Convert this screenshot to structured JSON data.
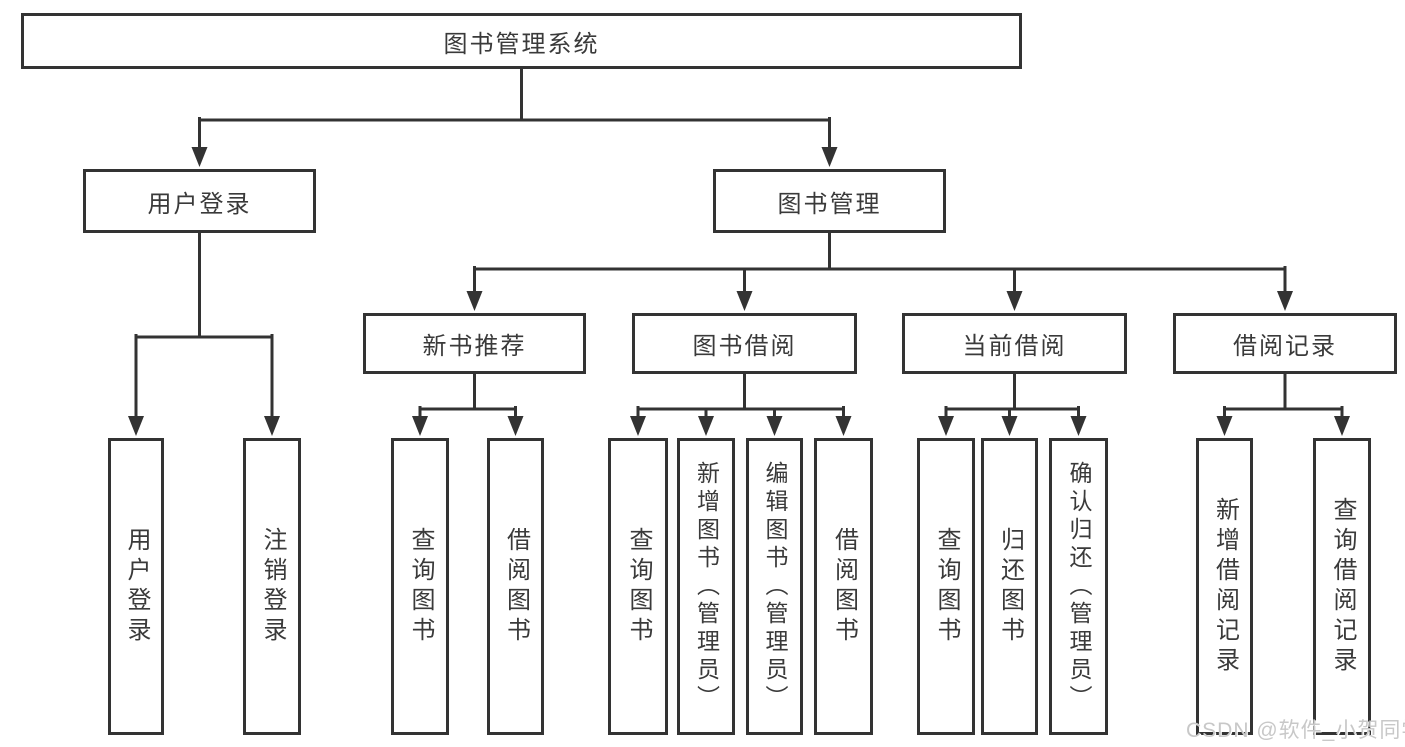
{
  "colors": {
    "background": "#ffffff",
    "line": "#333333",
    "box_border": "#333333",
    "text": "#3a3a3a",
    "watermark": "#c8c8c8"
  },
  "tree": {
    "root": {
      "label": "图书管理系统"
    },
    "level1": {
      "user_login": {
        "label": "用户登录"
      },
      "book_mgmt": {
        "label": "图书管理"
      }
    },
    "level2": {
      "new_book": {
        "label": "新书推荐"
      },
      "book_borrow": {
        "label": "图书借阅"
      },
      "current_borrow": {
        "label": "当前借阅"
      },
      "borrow_record": {
        "label": "借阅记录"
      }
    },
    "leaves": {
      "user_login": [
        "用户登录",
        "注销登录"
      ],
      "new_book": [
        "查询图书",
        "借阅图书"
      ],
      "book_borrow": [
        "查询图书",
        "新增图书（管理员）",
        "编辑图书（管理员）",
        "借阅图书"
      ],
      "current_borrow": [
        "查询图书",
        "归还图书",
        "确认归还（管理员）"
      ],
      "borrow_record": [
        "新增借阅记录",
        "查询借阅记录"
      ]
    }
  },
  "watermark": {
    "text": "CSDN @软件_小贺同学"
  }
}
